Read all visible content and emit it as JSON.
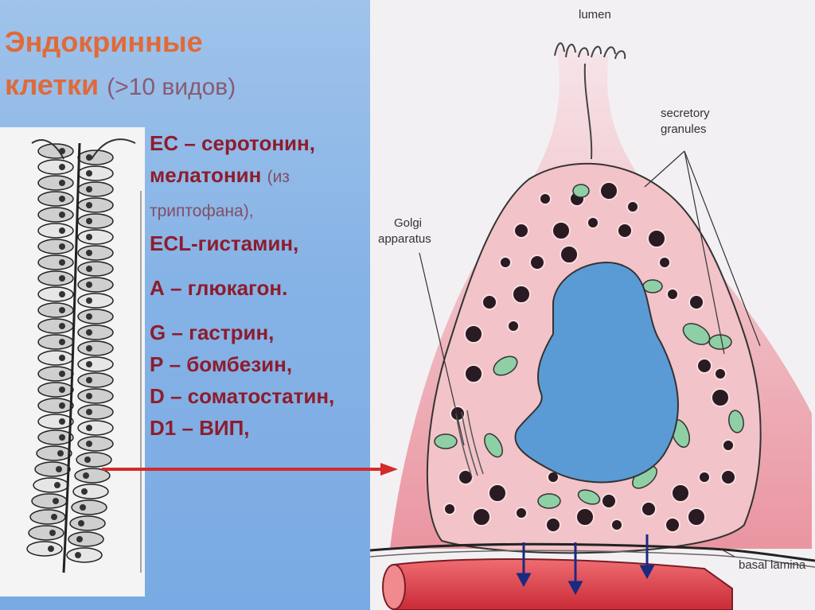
{
  "title": {
    "line1": "Эндокринные",
    "line2": "клетки",
    "note": "(>10 видов)"
  },
  "hormones": {
    "ec": "ЕС – серотонин,",
    "melatonin": "мелатонин",
    "melatonin_note": "(из",
    "tryptophan_note": "триптофана),",
    "ecl": "ECL-гистамин,",
    "a": "А – глюкагон",
    "a_dot": ".",
    "g": "G – гастрин,",
    "p": "Р – бомбезин,",
    "d": "D – соматостатин,",
    "d1": "D1 – ВИП,"
  },
  "diagram_labels": {
    "lumen": "lumen",
    "secretory_granules_1": "secretory",
    "secretory_granules_2": "granules",
    "golgi_1": "Golgi",
    "golgi_2": "apparatus",
    "basal_lamina": "basal lamina"
  },
  "colors": {
    "title_orange": "#e06a39",
    "hormone_text": "#8e1c2c",
    "panel_blue": "#86b3e6",
    "cell_pink": "#f2c3c9",
    "nucleus_blue": "#5b9bd5",
    "vessel_red": "#dd3c44",
    "arrow_red": "#d42a2a",
    "arrow_navy": "#1a2a80"
  }
}
